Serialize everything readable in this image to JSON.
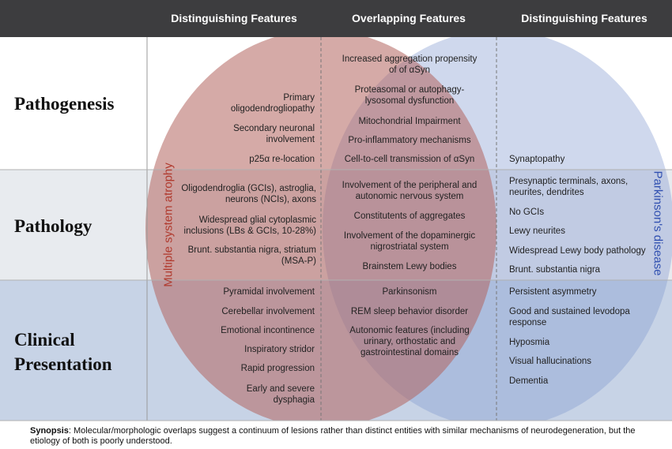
{
  "headers": {
    "msa_distinguishing": "Distinguishing Features",
    "overlapping": "Overlapping Features",
    "pd_distinguishing": "Distinguishing Features"
  },
  "rows": {
    "pathogenesis": "Pathogenesis",
    "pathology": "Pathology",
    "clinical_line1": "Clinical",
    "clinical_line2": "Presentation"
  },
  "circle_labels": {
    "msa": "Multiple system atrophy",
    "pd": "Parkinson's disease"
  },
  "msa": {
    "pathogenesis": [
      "Primary oligodendrogliopathy",
      "Secondary neuronal involvement",
      "p25α re-location"
    ],
    "pathology": [
      "Oligodendroglia (GCIs), astroglia, neurons (NCIs), axons",
      "Widespread glial cytoplasmic inclusions (LBs & GCIs, 10-28%)",
      "Brunt. substantia nigra, striatum (MSA-P)"
    ],
    "clinical": [
      "Pyramidal involvement",
      "Cerebellar involvement",
      "Emotional incontinence",
      "Inspiratory stridor",
      "Rapid progression",
      "Early and severe dysphagia"
    ]
  },
  "overlap": {
    "pathogenesis": [
      "Increased aggregation propensity of of αSyn",
      "Proteasomal or autophagy-lysosomal dysfunction",
      "Mitochondrial Impairment",
      "Pro-inflammatory mechanisms",
      "Cell-to-cell transmission of αSyn"
    ],
    "pathology": [
      "Involvement of the peripheral and autonomic nervous system",
      "Constitutents of aggregates",
      "Involvement of the dopaminergic nigrostriatal system",
      "Brainstem Lewy bodies"
    ],
    "clinical": [
      "Parkinsonism",
      "REM sleep behavior disorder",
      "Autonomic features (including urinary, orthostatic and gastrointestinal domains"
    ]
  },
  "pd": {
    "pathogenesis": [
      "Synaptopathy"
    ],
    "pathology": [
      "Presynaptic terminals, axons, neurites, dendrites",
      "No GCIs",
      "Lewy neurites",
      "Widespread Lewy body pathology",
      "Brunt. substantia nigra"
    ],
    "clinical": [
      "Persistent asymmetry",
      "Good and sustained levodopa response",
      "Hyposmia",
      "Visual hallucinations",
      "Dementia"
    ]
  },
  "synopsis": {
    "label": "Synopsis",
    "text": ": Molecular/morphologic overlaps suggest a continuum of lesions rather than distinct entities with similar mechanisms of neurodegeneration, but the etiology of both is poorly understood."
  },
  "colors": {
    "header_bg": "#3d3d3f",
    "band_pathogenesis": "#ffffff",
    "band_pathology": "#e8ebef",
    "band_clinical": "#c7d3e6",
    "msa_circle": "#b2655e",
    "pd_circle": "#8299cf",
    "msa_label": "#b03a2e",
    "pd_label": "#2f4fb0"
  }
}
